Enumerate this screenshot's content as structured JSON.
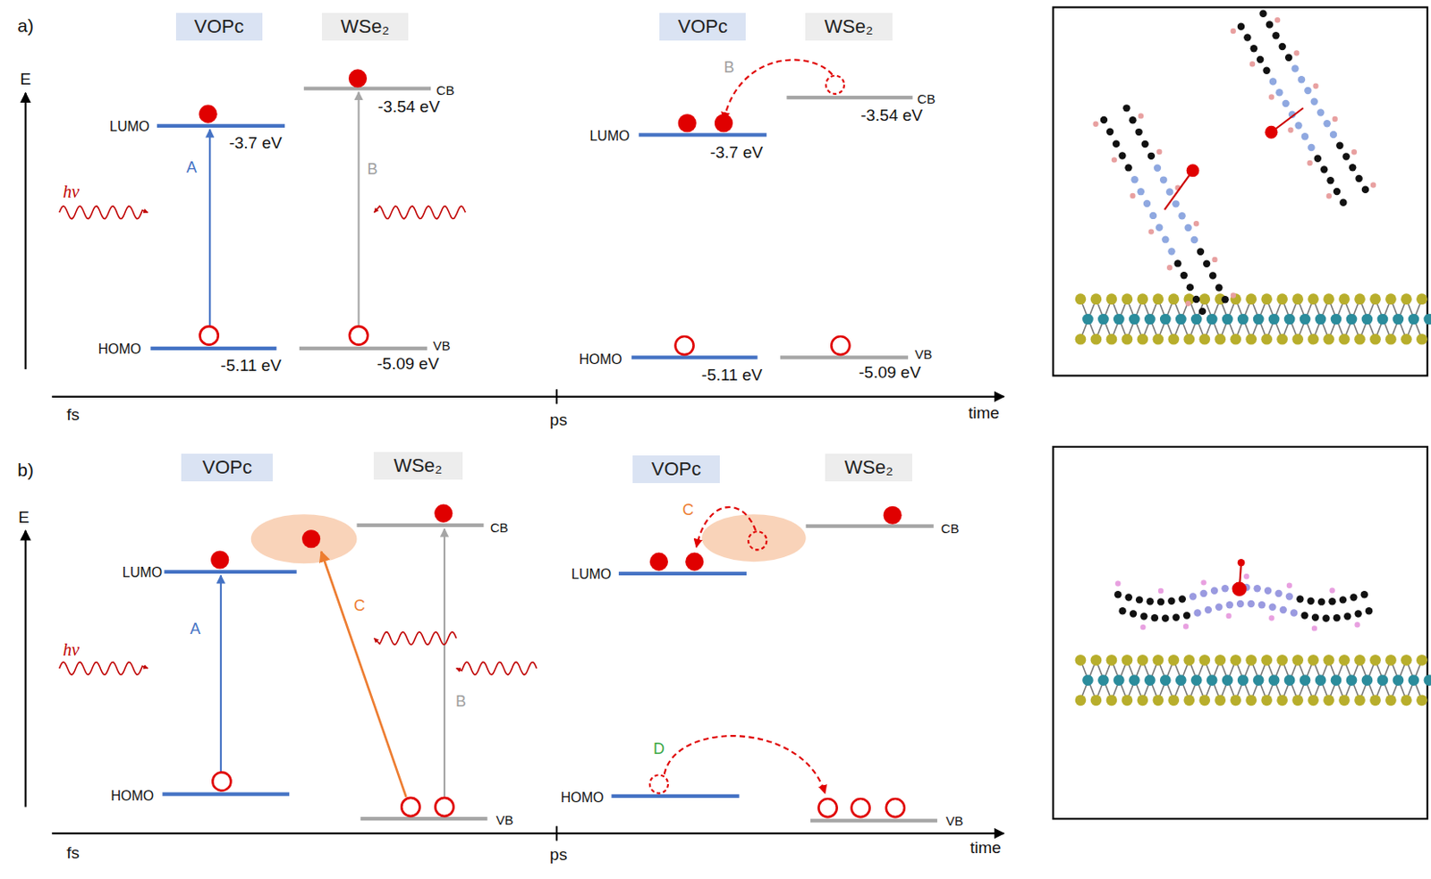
{
  "diagram": {
    "nodes": [
      {
        "text": [
          "VOPc"
        ]
      },
      {
        "text": [
          "WSe₂"
        ]
      },
      {
        "text": [
          "VOPc"
        ]
      },
      {
        "text": [
          "WSe₂"
        ]
      },
      {
        "text": [
          "VOPc"
        ]
      },
      {
        "text": [
          "WSe₂"
        ]
      },
      {
        "text": [
          "VOPc"
        ]
      },
      {
        "text": [
          "WSe₂"
        ]
      }
    ],
    "labels": [
      "a)",
      "E",
      "LUMO",
      "-3.7 eV",
      "A",
      "hv",
      "CB",
      "-3.54 eV",
      "B",
      "HOMO",
      "-5.11 eV",
      "VB",
      "-5.09 eV",
      "fs",
      "ps",
      "time",
      "B",
      "CB",
      "-3.54 eV",
      "LUMO",
      "-3.7 eV",
      "HOMO",
      "-5.11 eV",
      "VB",
      "-5.09 eV",
      "b)",
      "E",
      "LUMO",
      "A",
      "C",
      "CB",
      "hv",
      "B",
      "HOMO",
      "VB",
      "fs",
      "ps",
      "time",
      "C",
      "CB",
      "LUMO",
      "D",
      "HOMO",
      "VB"
    ]
  }
}
